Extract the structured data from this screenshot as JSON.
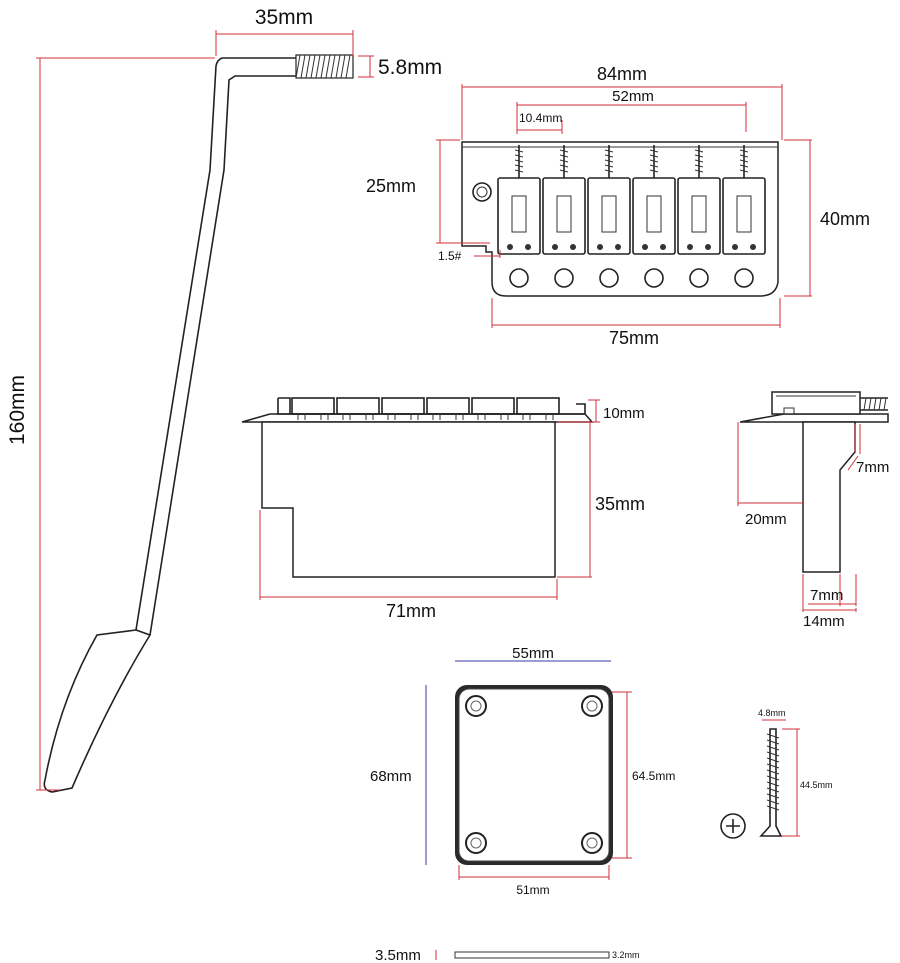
{
  "figure": {
    "tremolo_arm": {
      "total_length": "160mm",
      "bend_width": "35mm",
      "thread_diameter": "5.8mm"
    },
    "bridge_top_view": {
      "overall_width": "84mm",
      "outer_string_spacing": "52mm",
      "string_spacing": "10.4mm",
      "saddle_depth": "25mm",
      "plate_depth": "40mm",
      "base_width": "75mm",
      "hex_key": "1.5#"
    },
    "bridge_front_view": {
      "saddle_height": "10mm",
      "block_depth": "35mm",
      "block_width": "71mm"
    },
    "bridge_side_view": {
      "block_offset": "20mm",
      "arm_socket": "7mm",
      "block_bottom_inner": "7mm",
      "block_bottom_outer": "14mm"
    },
    "back_plate": {
      "width": "55mm",
      "height": "68mm",
      "hole_span_vertical": "64.5mm",
      "hole_span_horizontal": "51mm"
    },
    "screw": {
      "diameter": "4.8mm",
      "length": "44.5mm"
    },
    "spring": {
      "label_left": "3.5mm",
      "label_right": "3.2mm"
    }
  }
}
